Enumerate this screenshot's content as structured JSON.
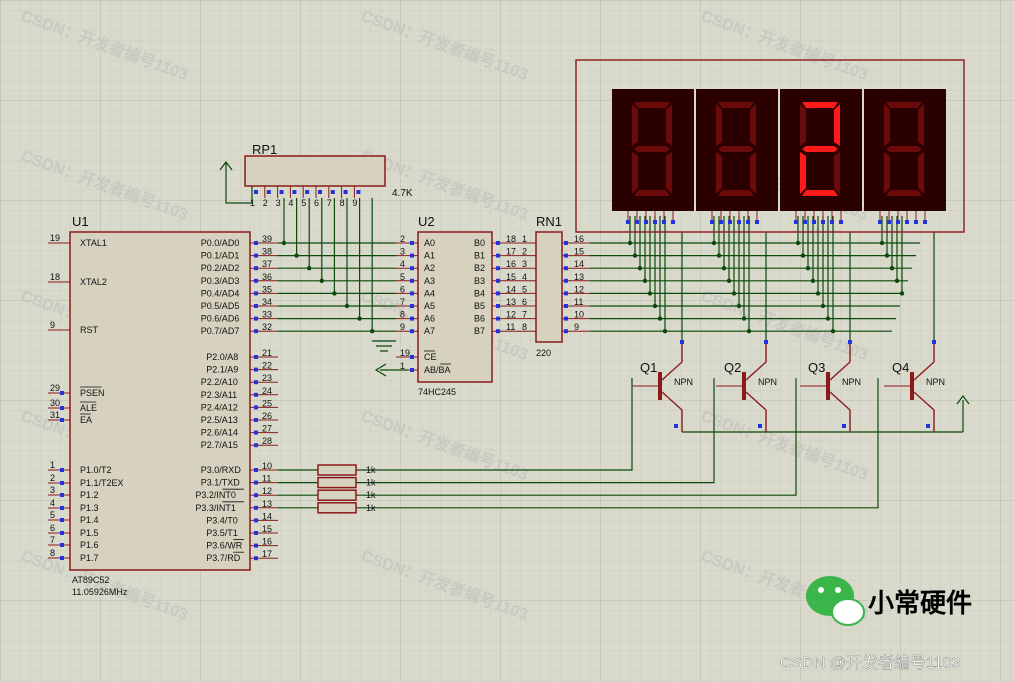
{
  "watermarks": [
    "CSDN：开发者编号1103"
  ],
  "footer": {
    "credit": "CSDN @开发者编号1103",
    "brand": "小常硬件"
  },
  "u1": {
    "ref": "U1",
    "part": "AT89C52",
    "clock": "11.05926MHz",
    "left_pins": [
      {
        "n": "19",
        "name": "XTAL1"
      },
      {
        "n": "18",
        "name": "XTAL2"
      },
      {
        "n": "9",
        "name": "RST"
      },
      {
        "n": "29",
        "name": "PSEN"
      },
      {
        "n": "30",
        "name": "ALE"
      },
      {
        "n": "31",
        "name": "EA"
      },
      {
        "n": "1",
        "name": "P1.0/T2"
      },
      {
        "n": "2",
        "name": "P1.1/T2EX"
      },
      {
        "n": "3",
        "name": "P1.2"
      },
      {
        "n": "4",
        "name": "P1.3"
      },
      {
        "n": "5",
        "name": "P1.4"
      },
      {
        "n": "6",
        "name": "P1.5"
      },
      {
        "n": "7",
        "name": "P1.6"
      },
      {
        "n": "8",
        "name": "P1.7"
      }
    ],
    "right_pins": [
      {
        "n": "39",
        "name": "P0.0/AD0"
      },
      {
        "n": "38",
        "name": "P0.1/AD1"
      },
      {
        "n": "37",
        "name": "P0.2/AD2"
      },
      {
        "n": "36",
        "name": "P0.3/AD3"
      },
      {
        "n": "35",
        "name": "P0.4/AD4"
      },
      {
        "n": "34",
        "name": "P0.5/AD5"
      },
      {
        "n": "33",
        "name": "P0.6/AD6"
      },
      {
        "n": "32",
        "name": "P0.7/AD7"
      },
      {
        "n": "21",
        "name": "P2.0/A8"
      },
      {
        "n": "22",
        "name": "P2.1/A9"
      },
      {
        "n": "23",
        "name": "P2.2/A10"
      },
      {
        "n": "24",
        "name": "P2.3/A11"
      },
      {
        "n": "25",
        "name": "P2.4/A12"
      },
      {
        "n": "26",
        "name": "P2.5/A13"
      },
      {
        "n": "27",
        "name": "P2.6/A14"
      },
      {
        "n": "28",
        "name": "P2.7/A15"
      },
      {
        "n": "10",
        "name": "P3.0/RXD"
      },
      {
        "n": "11",
        "name": "P3.1/TXD"
      },
      {
        "n": "12",
        "name": "P3.2/INT0"
      },
      {
        "n": "13",
        "name": "P3.3/INT1"
      },
      {
        "n": "14",
        "name": "P3.4/T0"
      },
      {
        "n": "15",
        "name": "P3.5/T1"
      },
      {
        "n": "16",
        "name": "P3.6/WR"
      },
      {
        "n": "17",
        "name": "P3.7/RD"
      }
    ]
  },
  "u2": {
    "ref": "U2",
    "part": "74HC245",
    "a_pins": [
      {
        "n": "2",
        "name": "A0"
      },
      {
        "n": "3",
        "name": "A1"
      },
      {
        "n": "4",
        "name": "A2"
      },
      {
        "n": "5",
        "name": "A3"
      },
      {
        "n": "6",
        "name": "A4"
      },
      {
        "n": "7",
        "name": "A5"
      },
      {
        "n": "8",
        "name": "A6"
      },
      {
        "n": "9",
        "name": "A7"
      }
    ],
    "b_pins": [
      {
        "n": "18",
        "name": "B0"
      },
      {
        "n": "17",
        "name": "B1"
      },
      {
        "n": "16",
        "name": "B2"
      },
      {
        "n": "15",
        "name": "B3"
      },
      {
        "n": "14",
        "name": "B4"
      },
      {
        "n": "13",
        "name": "B5"
      },
      {
        "n": "12",
        "name": "B6"
      },
      {
        "n": "11",
        "name": "B7"
      }
    ],
    "ctrl": [
      {
        "n": "19",
        "name": "CE"
      },
      {
        "n": "1",
        "name": "AB/BA"
      }
    ]
  },
  "rp1": {
    "ref": "RP1",
    "value": "4.7K",
    "pins": [
      "1",
      "2",
      "3",
      "4",
      "5",
      "6",
      "7",
      "8",
      "9"
    ]
  },
  "rn1": {
    "ref": "RN1",
    "value": "220",
    "left": [
      "1",
      "2",
      "3",
      "4",
      "5",
      "6",
      "7",
      "8"
    ],
    "right": [
      "16",
      "15",
      "14",
      "13",
      "12",
      "11",
      "10",
      "9"
    ]
  },
  "resistors": {
    "value": "1k",
    "count": 4
  },
  "transistors": [
    {
      "ref": "Q1",
      "type": "NPN"
    },
    {
      "ref": "Q2",
      "type": "NPN"
    },
    {
      "ref": "Q3",
      "type": "NPN"
    },
    {
      "ref": "Q4",
      "type": "NPN"
    }
  ],
  "display": {
    "digits": [
      "",
      "",
      "2",
      ""
    ],
    "lit_color": "#ff1a1a",
    "dim_color": "#6b0a0a",
    "bg": "#2a0000"
  }
}
